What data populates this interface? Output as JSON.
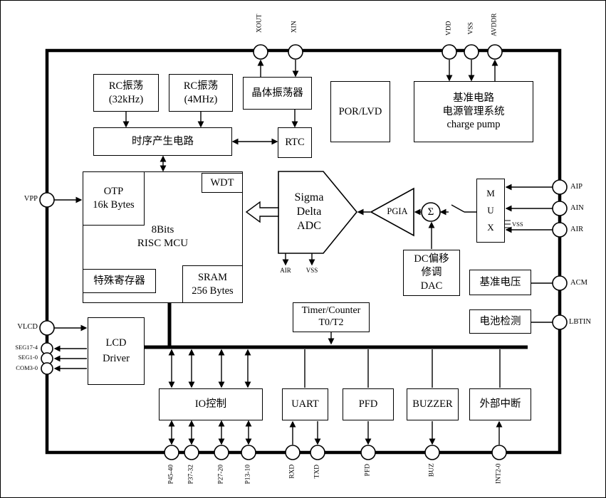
{
  "diagram": {
    "blocks": {
      "rc32": {
        "line1": "RC振荡",
        "line2": "(32kHz)"
      },
      "rc4": {
        "line1": "RC振荡",
        "line2": "(4MHz)"
      },
      "crystal": {
        "label": "晶体振荡器"
      },
      "por_lvd": {
        "label": "POR/LVD"
      },
      "power": {
        "line1": "基准电路",
        "line2": "电源管理系统",
        "line3": "charge pump"
      },
      "timing": {
        "label": "时序产生电路"
      },
      "rtc": {
        "label": "RTC"
      },
      "otp": {
        "line1": "OTP",
        "line2": "16k Bytes"
      },
      "wdt": {
        "label": "WDT"
      },
      "mcu": {
        "line1": "8Bits",
        "line2": "RISC MCU"
      },
      "special_reg": {
        "label": "特殊寄存器"
      },
      "sram": {
        "line1": "SRAM",
        "line2": "256 Bytes"
      },
      "adc": {
        "line1": "Sigma",
        "line2": "Delta",
        "line3": "ADC"
      },
      "pgia": {
        "label": "PGIA"
      },
      "summer": {
        "label": "Σ"
      },
      "mux": {
        "line1": "M",
        "line2": "U",
        "line3": "X"
      },
      "offset_dac": {
        "line1": "DC偏移",
        "line2": "修调",
        "line3": "DAC"
      },
      "vref": {
        "label": "基准电压"
      },
      "battery_detect": {
        "label": "电池检测"
      },
      "timer": {
        "line1": "Timer/Counter",
        "line2": "T0/T2"
      },
      "lcd": {
        "line1": "LCD",
        "line2": "Driver"
      },
      "io_ctrl": {
        "label": "IO控制"
      },
      "uart": {
        "label": "UART"
      },
      "pfd": {
        "label": "PFD"
      },
      "buzzer": {
        "label": "BUZZER"
      },
      "ext_int": {
        "label": "外部中断"
      }
    },
    "pins": {
      "top": [
        "XOUT",
        "XIN",
        "VDD",
        "VSS",
        "AVDDR"
      ],
      "left": [
        "VPP",
        "VLCD",
        "SEG17-4",
        "SEG1-0",
        "COM3-0"
      ],
      "right": [
        "AIP",
        "AIN",
        "AIR",
        "ACM",
        "LBTIN"
      ],
      "bottom": [
        "P45-40",
        "P37-32",
        "P27-20",
        "P13-10",
        "RXD",
        "TXD",
        "PFD",
        "BUZ",
        "INT2-0"
      ],
      "adc_bottom": [
        "AIR",
        "VSS"
      ],
      "mux_tie": "VSS"
    },
    "colors": {
      "line": "#000000",
      "background": "#ffffff"
    }
  }
}
